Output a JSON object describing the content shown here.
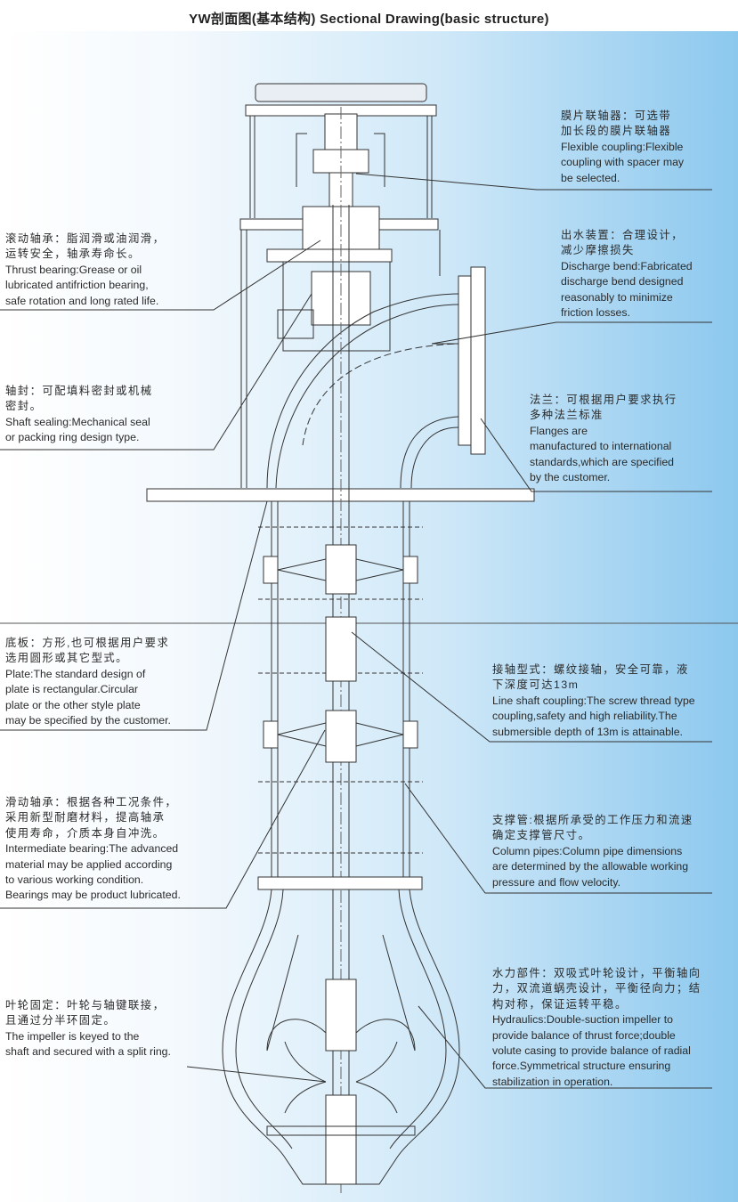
{
  "title": "YW剖面图(基本结构) Sectional Drawing(basic structure)",
  "notes": {
    "coupling": {
      "cn": [
        "膜片联轴器：可选带",
        "加长段的膜片联轴器"
      ],
      "en": [
        "Flexible coupling:Flexible",
        "coupling with spacer may",
        "be selected."
      ]
    },
    "discharge": {
      "cn": [
        "出水装置：合理设计，",
        "减少摩擦损失"
      ],
      "en": [
        "Discharge bend:Fabricated",
        "discharge bend designed",
        "reasonably to minimize",
        "friction losses."
      ]
    },
    "flanges": {
      "cn": [
        "法兰：可根据用户要求执行",
        "多种法兰标准"
      ],
      "en": [
        "Flanges are",
        "manufactured to international",
        "standards,which are specified",
        "by the customer."
      ]
    },
    "thrust": {
      "cn": [
        "滚动轴承：脂润滑或油润滑，",
        "运转安全，轴承寿命长。"
      ],
      "en": [
        "Thrust bearing:Grease or oil",
        "lubricated antifriction bearing,",
        "safe rotation and long rated life."
      ]
    },
    "sealing": {
      "cn": [
        "轴封：可配填料密封或机械",
        "密封。"
      ],
      "en": [
        "Shaft sealing:Mechanical seal",
        "or packing ring design type."
      ]
    },
    "plate": {
      "cn": [
        "底板：方形,也可根据用户要求",
        "选用圆形或其它型式。"
      ],
      "en": [
        "Plate:The standard design of",
        "plate is rectangular.Circular",
        "plate or the other style plate",
        "may be specified by the customer."
      ]
    },
    "shaft_coupling": {
      "cn": [
        "接轴型式：螺纹接轴，安全可靠，液",
        "下深度可达13m"
      ],
      "en": [
        "Line shaft coupling:The screw thread type",
        "coupling,safety and high reliability.The",
        "submersible depth of 13m is attainable."
      ]
    },
    "intermediate": {
      "cn": [
        "滑动轴承：根据各种工况条件，",
        "采用新型耐磨材料，提高轴承",
        "使用寿命，介质本身自冲洗。"
      ],
      "en": [
        "Intermediate bearing:The advanced",
        "material may be applied according",
        "to various working condition.",
        "Bearings may be product lubricated."
      ]
    },
    "column": {
      "cn": [
        "支撑管:根据所承受的工作压力和流速",
        "确定支撑管尺寸。"
      ],
      "en": [
        "Column pipes:Column pipe dimensions",
        "are determined by the allowable working",
        "pressure and flow velocity."
      ]
    },
    "hydraulics": {
      "cn": [
        "水力部件：双吸式叶轮设计，平衡轴向",
        "力，双流道蜗壳设计，平衡径向力；结",
        "构对称，保证运转平稳。"
      ],
      "en": [
        "Hydraulics:Double-suction impeller to",
        "provide balance of thrust  force;double",
        "volute casing to provide balance of radial",
        "force.Symmetrical structure ensuring",
        "stabilization in operation."
      ]
    },
    "impeller": {
      "cn": [
        "叶轮固定：叶轮与轴键联接，",
        "且通过分半环固定。"
      ],
      "en": [
        "The impeller is keyed to the",
        "shaft and secured with a split ring."
      ]
    }
  }
}
